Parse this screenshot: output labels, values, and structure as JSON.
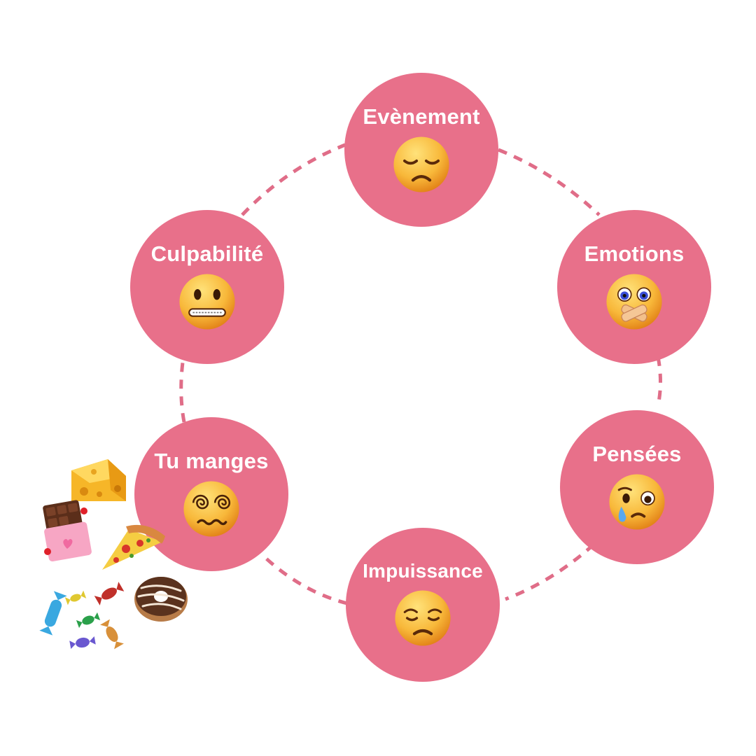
{
  "colors": {
    "node_fill": "#e8708a",
    "connector": "#e06d88",
    "label_text": "#ffffff"
  },
  "cycle": [
    {
      "label": "Evènement",
      "emoji": "pensive-face-icon"
    },
    {
      "label": "Emotions",
      "emoji": "face-with-bandaged-mouth-icon"
    },
    {
      "label": "Pensées",
      "emoji": "crying-face-icon"
    },
    {
      "label": "Impuissance",
      "emoji": "weary-face-icon"
    },
    {
      "label": "Tu manges",
      "emoji": "dizzy-woozy-face-icon"
    },
    {
      "label": "Culpabilité",
      "emoji": "grimacing-zipper-face-icon"
    }
  ],
  "food_icons": [
    "cheese-icon",
    "chocolate-bar-icon",
    "pizza-slice-icon",
    "donut-icon",
    "candies-icon"
  ]
}
